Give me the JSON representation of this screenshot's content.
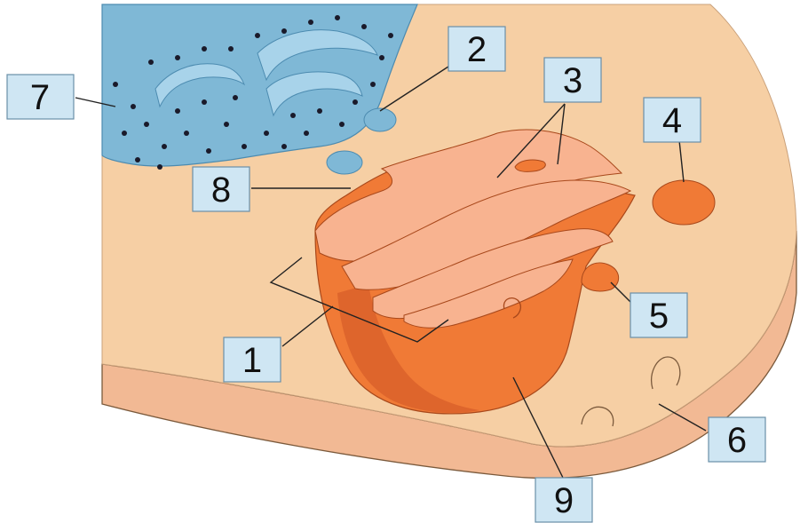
{
  "labels": [
    {
      "id": "1",
      "text": "1"
    },
    {
      "id": "2",
      "text": "2"
    },
    {
      "id": "3",
      "text": "3"
    },
    {
      "id": "4",
      "text": "4"
    },
    {
      "id": "5",
      "text": "5"
    },
    {
      "id": "6",
      "text": "6"
    },
    {
      "id": "7",
      "text": "7"
    },
    {
      "id": "8",
      "text": "8"
    },
    {
      "id": "9",
      "text": "9"
    }
  ],
  "colors": {
    "cytoplasm": "#f6cfa4",
    "cell_edge": "#f2b994",
    "er": "#7fb8d6",
    "er_light": "#a8d3ea",
    "golgi": "#f07a36",
    "golgi_dark": "#d9602a",
    "golgi_lumen": "#f8b390",
    "label_fill": "#cfe6f3"
  }
}
